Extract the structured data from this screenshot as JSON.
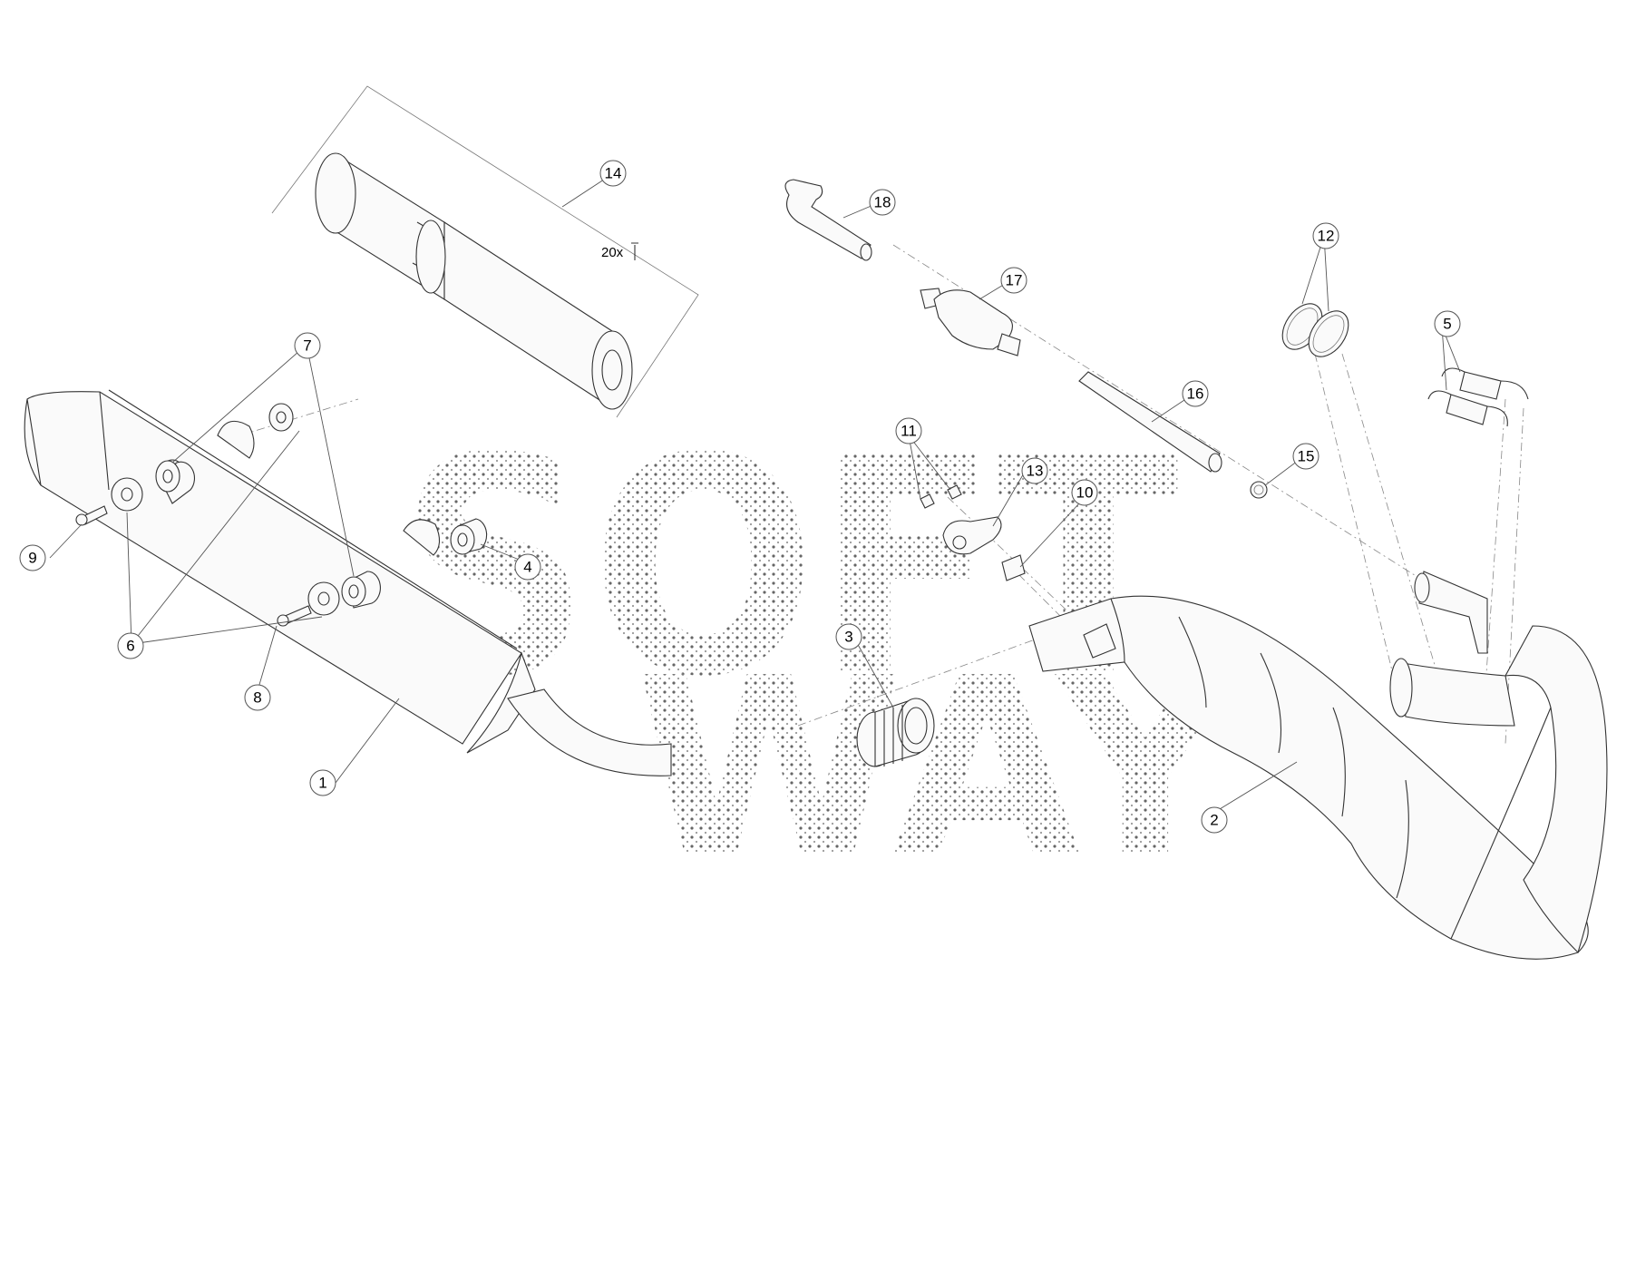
{
  "diagram": {
    "watermark": {
      "line1": "SOFT",
      "line2": "WAY"
    },
    "callouts": [
      {
        "id": "1",
        "label": "1"
      },
      {
        "id": "2",
        "label": "2"
      },
      {
        "id": "3",
        "label": "3"
      },
      {
        "id": "4",
        "label": "4"
      },
      {
        "id": "5",
        "label": "5"
      },
      {
        "id": "6",
        "label": "6"
      },
      {
        "id": "7",
        "label": "7"
      },
      {
        "id": "8",
        "label": "8"
      },
      {
        "id": "9",
        "label": "9"
      },
      {
        "id": "10",
        "label": "10"
      },
      {
        "id": "11",
        "label": "11"
      },
      {
        "id": "12",
        "label": "12"
      },
      {
        "id": "13",
        "label": "13"
      },
      {
        "id": "14",
        "label": "14"
      },
      {
        "id": "15",
        "label": "15"
      },
      {
        "id": "16",
        "label": "16"
      },
      {
        "id": "17",
        "label": "17"
      },
      {
        "id": "18",
        "label": "18"
      }
    ],
    "quantity_note": "20x"
  }
}
